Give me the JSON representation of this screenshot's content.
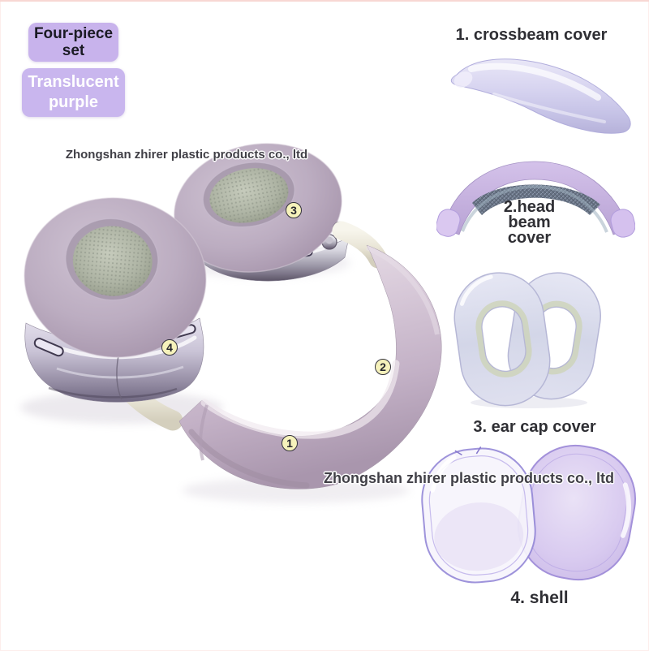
{
  "badges": [
    {
      "label": "Four-piece set",
      "bg": "#c8b3ec",
      "text_color": "#1b1b24"
    },
    {
      "label": "Translucent purple",
      "bg": "#c9b6ee",
      "text_color": "#ffffff"
    }
  ],
  "watermarks": [
    {
      "text": "Zhongshan zhirer plastic products co., ltd"
    },
    {
      "text": "Zhongshan zhirer plastic products co., ltd"
    }
  ],
  "parts": [
    {
      "num": "1",
      "label": "1. crossbeam cover"
    },
    {
      "num": "2",
      "lines": [
        "2.head",
        "beam",
        "cover"
      ]
    },
    {
      "num": "3",
      "label": "3. ear cap cover"
    },
    {
      "num": "4",
      "label": "4. shell"
    }
  ],
  "markers": [
    {
      "label": "1"
    },
    {
      "label": "2"
    },
    {
      "label": "3"
    },
    {
      "label": "4"
    }
  ],
  "colors": {
    "badge_purple": "#c8b3ec",
    "marker_yellow": "#f6f2bb",
    "label_text": "#2f2f34",
    "watermark_text": "#403f46",
    "cushion_purple": "#b6a8bb",
    "headband_purple": "#cfc0d0",
    "translucent_lavender": "#d8d5f0",
    "edge_tint_pink": "#f8d7d3"
  }
}
